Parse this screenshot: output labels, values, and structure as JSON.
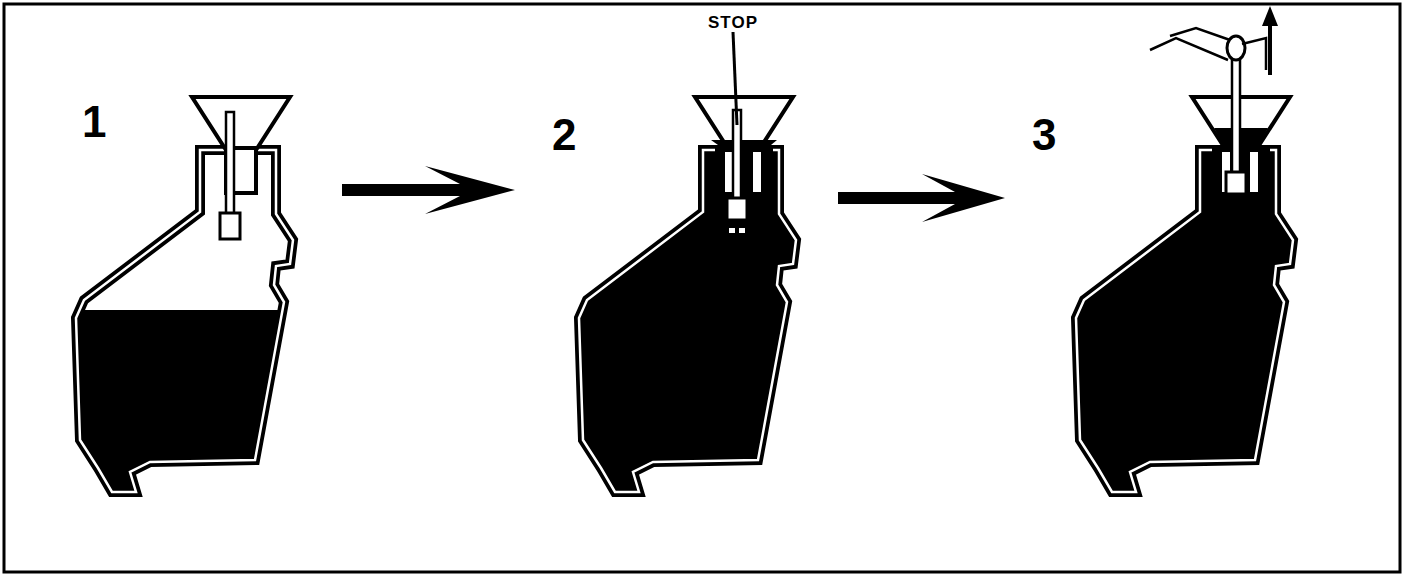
{
  "diagram": {
    "labels": [
      "1",
      "2",
      "STOP",
      "3"
    ]
  }
}
